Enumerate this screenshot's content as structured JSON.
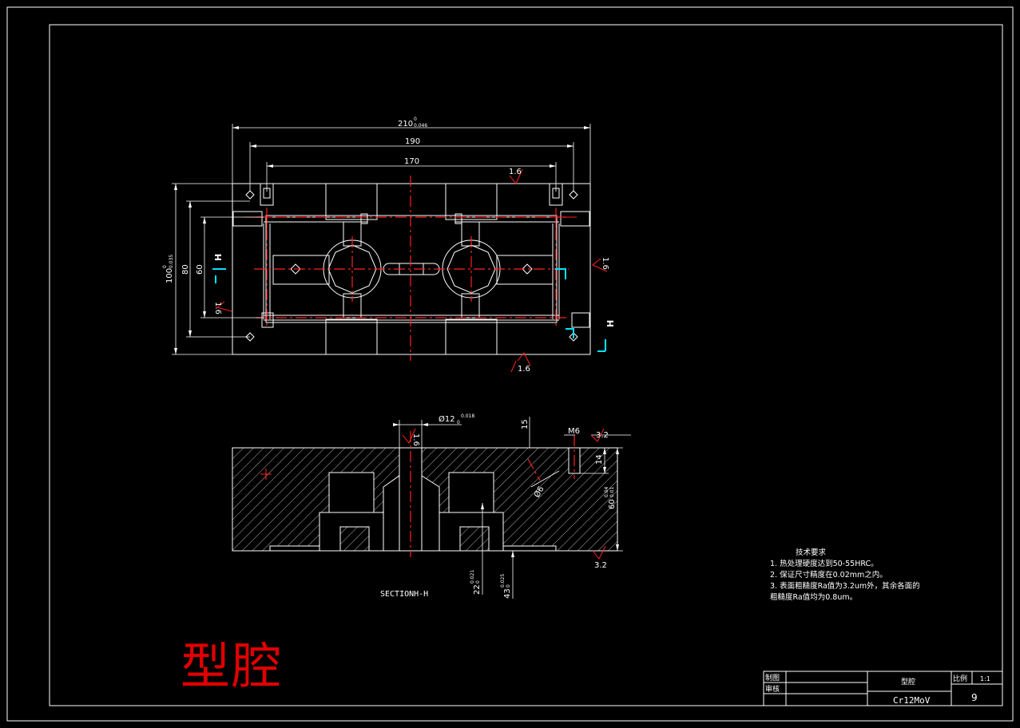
{
  "drawing": {
    "title_big": "型腔",
    "section_label": "SECTIONH-H",
    "colors": {
      "background": "#000000",
      "line": "#ffffff",
      "center": "#ff2020",
      "section_marker": "#00e5ff",
      "title": "#e00000"
    }
  },
  "plan_view": {
    "dim_top_210": "210",
    "dim_top_210_tol_upper": "0",
    "dim_top_210_tol_lower": "0.046",
    "dim_190": "190",
    "dim_170": "170",
    "dim_left_100": "100",
    "dim_left_100_tol_upper": "0",
    "dim_left_100_tol_lower": "0.035",
    "dim_80": "80",
    "dim_60": "60",
    "roughness_top": "1.6",
    "roughness_right": "1.6",
    "roughness_left": "1.6",
    "roughness_bottom": "1.6",
    "section_letter": "H"
  },
  "section_view": {
    "dim_phi12": "Ø12",
    "dim_phi12_tol_upper": "0.018",
    "dim_phi12_tol_lower": "0",
    "roughness_bore": "1.6",
    "dim_15": "15",
    "dim_m6": "M6",
    "roughness_32_top": "3.2",
    "dim_14": "14",
    "dim_phi6": "Ø6",
    "dim_60": "60",
    "dim_60_tol_upper": "0.04",
    "dim_60_tol_lower": "0.01",
    "roughness_32_bottom": "3.2",
    "dim_22": "22",
    "dim_22_tol_upper": "0.021",
    "dim_22_tol_lower": "0",
    "dim_43": "43",
    "dim_43_tol_upper": "0.025",
    "dim_43_tol_lower": "0"
  },
  "technical_requirements": {
    "title": "技术要求",
    "items": [
      "1. 热处理硬度达到50-55HRC。",
      "2. 保证尺寸精度在0.02mm之内。",
      "3. 表面粗糙度Ra值为3.2um外，其余各面的",
      "粗糙度Ra值均为0.8um。"
    ]
  },
  "title_block": {
    "drawn_by_label": "制图",
    "checked_by_label": "审核",
    "part_name": "型腔",
    "material": "Cr12MoV",
    "scale_label": "比例",
    "scale_value": "1:1",
    "sheet_number": "9"
  }
}
